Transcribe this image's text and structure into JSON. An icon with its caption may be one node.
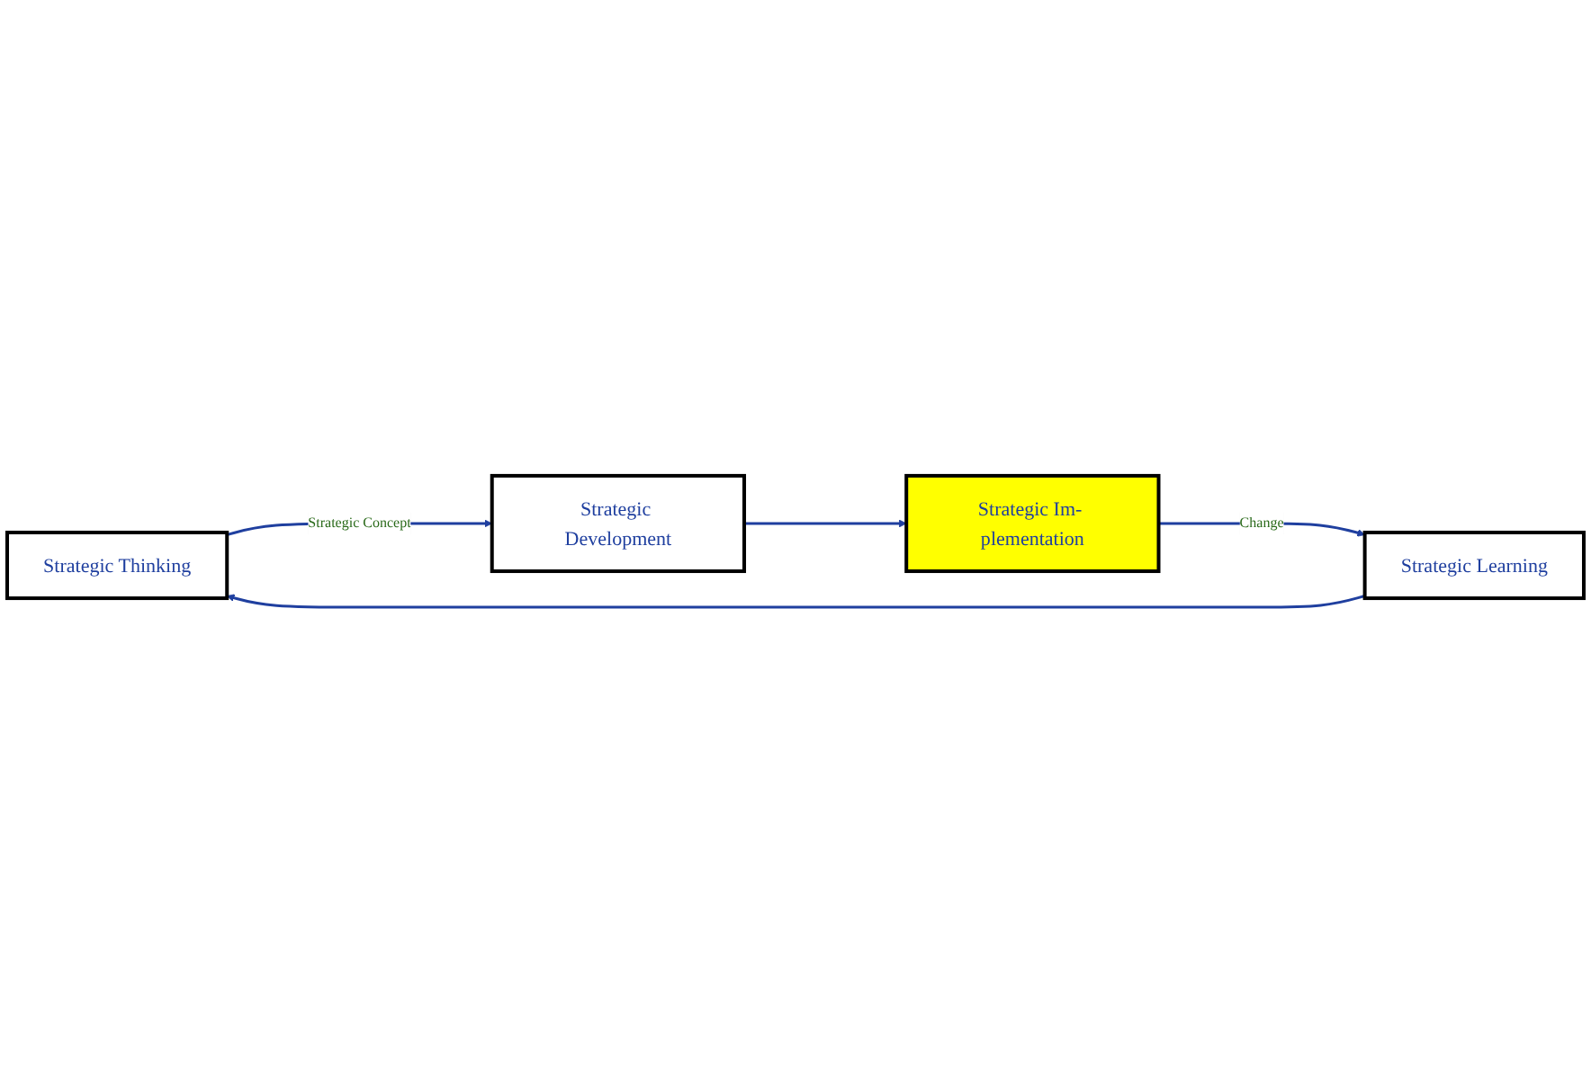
{
  "diagram": {
    "nodes": [
      {
        "text": [
          "Strategic Thinking"
        ]
      },
      {
        "text": [
          "Strategic Development"
        ]
      },
      {
        "text": [
          "Strategic Im- plementation"
        ]
      },
      {
        "text": [
          "Strategic Learning"
        ]
      }
    ],
    "edges": [
      {
        "from": 0,
        "to": 1,
        "arrow": "to",
        "label": "Strategic Concept"
      },
      {
        "from": 1,
        "to": 2,
        "arrow": "to"
      },
      {
        "from": 2,
        "to": 3,
        "arrow": "to",
        "label": "Change"
      },
      {
        "from": 3,
        "to": 0,
        "arrow": "to"
      }
    ]
  }
}
